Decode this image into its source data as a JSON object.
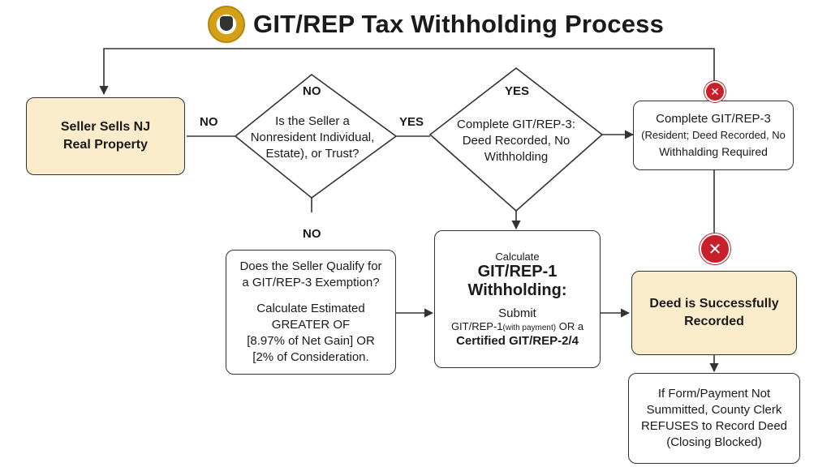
{
  "title": "GIT/REP Tax Withholding Process",
  "nodes": {
    "seller_sells": [
      "Seller Sells NJ",
      "Real Property"
    ],
    "nonresident_question": [
      "Is the Seller a",
      "Nonresident Individual,",
      "Estate), or Trust?"
    ],
    "complete_rep3_diamond": [
      "Complete GIT/REP-3:",
      "Deed Recorded, No",
      "Withholding"
    ],
    "complete_rep3_box": [
      "Complete GIT/REP-3",
      "(Resident; Deed Recorded, No",
      "Withhalding Required"
    ],
    "exemption_question": [
      "Does the Seller Qualify for",
      "a GIT/REP-3 Exemption?"
    ],
    "calculate_estimated": [
      "Calculate Estimated",
      "GREATER OF",
      "[8.97% of Net Gain] OR",
      "[2% of Consideration."
    ],
    "calculate_small": "Calculate",
    "calculate_big": [
      "GIT/REP-1",
      "Withholding:"
    ],
    "submit": "Submit",
    "submit_detail_a": "GIT/REP-1",
    "submit_detail_b": "(with payment)",
    "submit_detail_c": " OR a",
    "certified": "Certified GIT/REP-2/4",
    "deed_recorded": [
      "Deed is Successfully",
      "Recorded"
    ],
    "refuses": [
      "If Form/Payment Not",
      "Summitted, County Clerk",
      "REFUSES to Record Deed",
      "(Closing Blocked)"
    ]
  },
  "labels": {
    "no_left": "NO",
    "no_top": "NO",
    "yes_mid": "YES",
    "yes_top": "YES",
    "no_bottom": "NO"
  },
  "icons": {
    "x": "✕"
  },
  "colors": {
    "tan": "#fbeccc",
    "red": "#c8202a",
    "line": "#333333",
    "gold": "#d4a017"
  }
}
